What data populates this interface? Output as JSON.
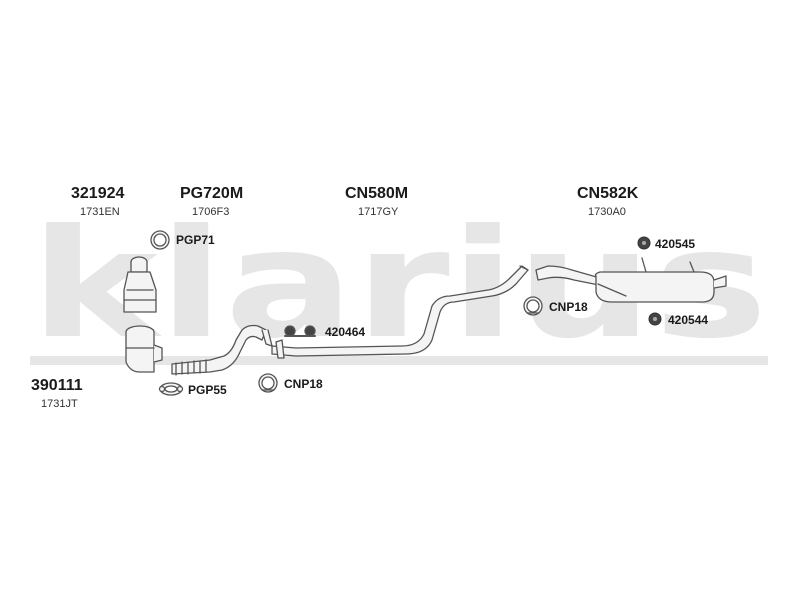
{
  "watermark": "klarius",
  "parts": {
    "catalyst_top": {
      "number": "321924",
      "oe": "1731EN"
    },
    "front_pipe": {
      "number": "PG720M",
      "oe": "1706F3"
    },
    "middle_pipe": {
      "number": "CN580M",
      "oe": "1717GY"
    },
    "rear_silencer": {
      "number": "CN582K",
      "oe": "1730A0"
    },
    "catalyst_lower": {
      "number": "390111",
      "oe": "1731JT"
    }
  },
  "accessories": {
    "clamp_pgp71": "PGP71",
    "clamp_pgp55": "PGP55",
    "clamp_cnp18_lower": "CNP18",
    "clamp_cnp18_upper": "CNP18",
    "hanger_420464": "420464",
    "rubber_420545": "420545",
    "rubber_420544": "420544"
  },
  "colors": {
    "watermark": "#e6e6e6",
    "line": "#555555",
    "pipe_fill": "#f4f4f4",
    "rubber": "#444444"
  }
}
